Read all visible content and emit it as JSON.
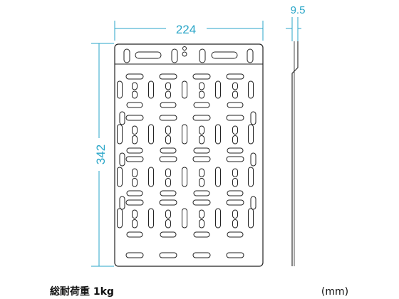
{
  "dimensions": {
    "width": "224",
    "height": "342",
    "depth": "9.5"
  },
  "footer": {
    "load_capacity": "総耐荷重 1kg",
    "unit": "(mm)"
  },
  "colors": {
    "dimension_line": "#2aa6c8",
    "outline": "#222222",
    "background": "#ffffff"
  }
}
